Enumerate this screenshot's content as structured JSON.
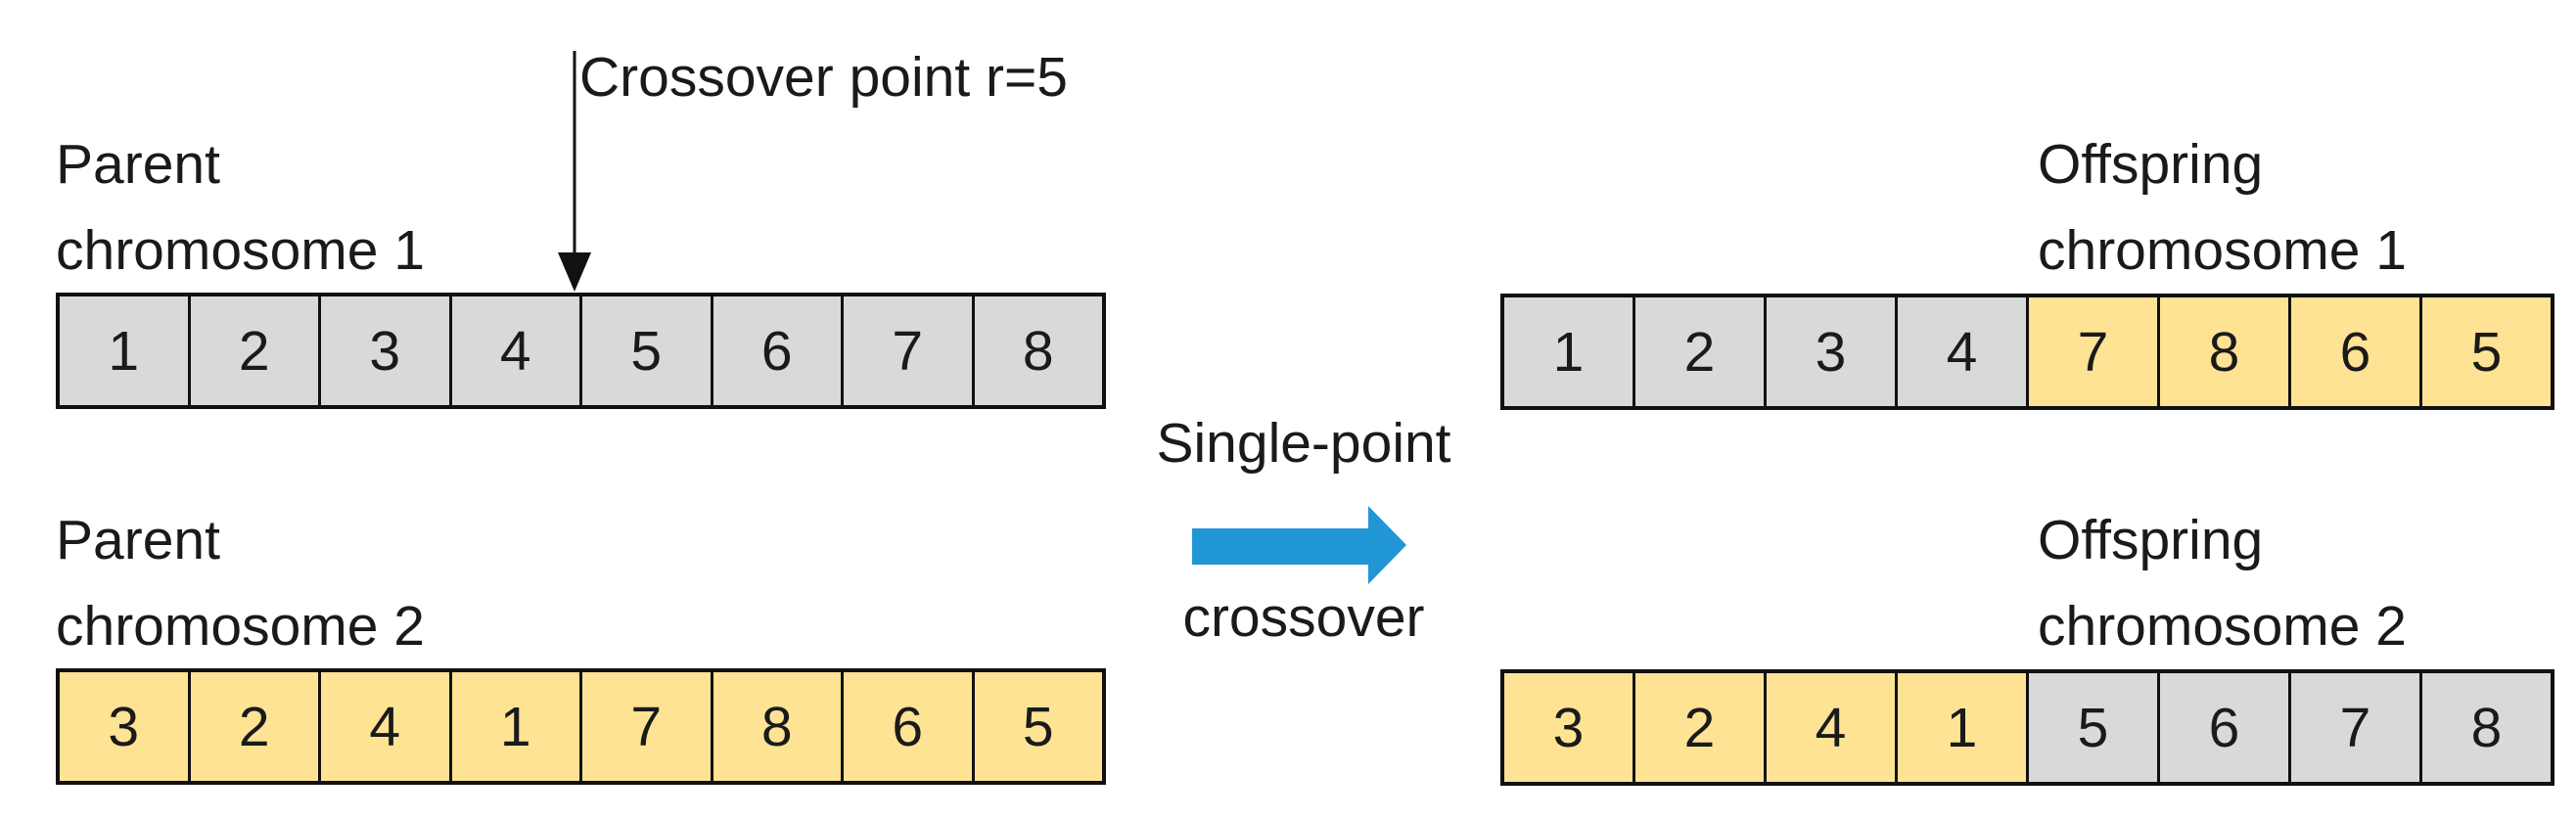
{
  "annotation": {
    "crossover_point": "Crossover point r=5"
  },
  "operation": {
    "line1": "Single-point",
    "line2": "crossover"
  },
  "colors": {
    "gene_gray": "#d9d9d9",
    "gene_yellow": "#ffe394",
    "arrow_blue": "#2196d4",
    "border": "#111111",
    "text": "#1a1a1a"
  },
  "chromosomes": [
    {
      "label_line1": "Parent",
      "label_line2": "chromosome 1",
      "cells": [
        "1",
        "2",
        "3",
        "4",
        "5",
        "6",
        "7",
        "8"
      ],
      "cell_colors": [
        "gray",
        "gray",
        "gray",
        "gray",
        "gray",
        "gray",
        "gray",
        "gray"
      ]
    },
    {
      "label_line1": "Parent",
      "label_line2": "chromosome 2",
      "cells": [
        "3",
        "2",
        "4",
        "1",
        "7",
        "8",
        "6",
        "5"
      ],
      "cell_colors": [
        "yellow",
        "yellow",
        "yellow",
        "yellow",
        "yellow",
        "yellow",
        "yellow",
        "yellow"
      ]
    },
    {
      "label_line1": "Offspring",
      "label_line2": "chromosome 1",
      "cells": [
        "1",
        "2",
        "3",
        "4",
        "7",
        "8",
        "6",
        "5"
      ],
      "cell_colors": [
        "gray",
        "gray",
        "gray",
        "gray",
        "yellow",
        "yellow",
        "yellow",
        "yellow"
      ]
    },
    {
      "label_line1": "Offspring",
      "label_line2": "chromosome 2",
      "cells": [
        "3",
        "2",
        "4",
        "1",
        "5",
        "6",
        "7",
        "8"
      ],
      "cell_colors": [
        "yellow",
        "yellow",
        "yellow",
        "yellow",
        "gray",
        "gray",
        "gray",
        "gray"
      ]
    }
  ]
}
